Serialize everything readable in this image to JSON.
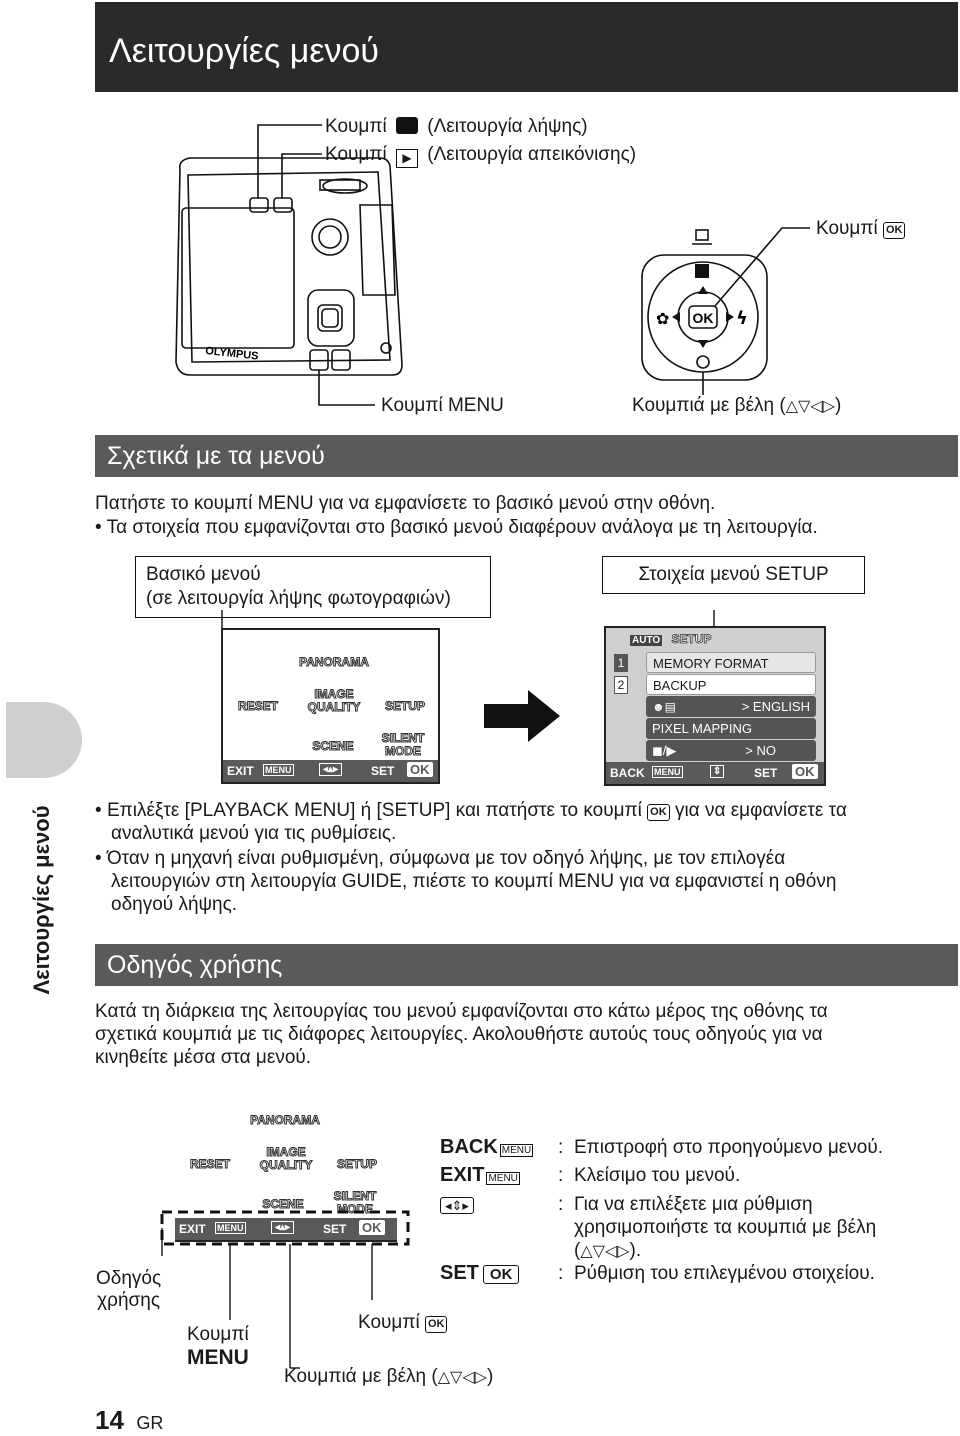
{
  "page": {
    "title": "Λειτουργίες μενού",
    "side_tab": "Λειτουργίες μενού",
    "page_number": "14",
    "lang": "GR"
  },
  "diagram": {
    "btn_shoot": "Κουμπί",
    "btn_shoot_desc": "(Λειτουργία λήψης)",
    "btn_play": "Κουμπί",
    "btn_play_desc": "(Λειτουργία απεικόνισης)",
    "btn_ok": "Κουμπί",
    "btn_menu": "Κουμπί MENU",
    "arrows": "Κουμπιά με βέλη (",
    "arrows_close": ")",
    "brand": "OLYMPUS"
  },
  "section1": {
    "heading": "Σχετικά με τα μενού",
    "line1": "Πατήστε το κουμπί MENU για να εμφανίσετε το βασικό μενού στην οθόνη.",
    "line2": "Τα στοιχεία που εμφανίζονται στο βασικό μενού διαφέρουν ανάλογα με τη λειτουργία.",
    "basic_label_1": "Βασικό μενού",
    "basic_label_2": "(σε λειτουργία λήψης φωτογραφιών)",
    "setup_label": "Στοιχεία μενού SETUP",
    "bullet1_a": "Επιλέξτε [PLAYBACK MENU] ή [SETUP] και πατήστε το κουμπί",
    "bullet1_b": "για να εμφανίσετε τα",
    "bullet1_c": "αναλυτικά μενού για τις ρυθμίσεις.",
    "bullet2_a": "Όταν η μηχανή είναι ρυθμισμένη, σύμφωνα με τον οδηγό λήψης, με τον επιλογέα",
    "bullet2_b": "λειτουργιών στη λειτουργία GUIDE, πιέστε το κουμπί MENU για να εμφανιστεί η οθόνη",
    "bullet2_c": "οδηγού λήψης."
  },
  "basic_menu": {
    "panorama": "PANORAMA",
    "reset": "RESET",
    "image_quality_1": "IMAGE",
    "image_quality_2": "QUALITY",
    "setup": "SETUP",
    "scene": "SCENE",
    "silent_1": "SILENT",
    "silent_2": "MODE",
    "exit": "EXIT",
    "set": "SET",
    "menu_tag": "MENU",
    "ok": "OK"
  },
  "setup_menu": {
    "mode": "AUTO",
    "title": "SETUP",
    "tab1": "1",
    "tab2": "2",
    "rows": [
      "MEMORY FORMAT",
      "BACKUP",
      "ENGLISH",
      "PIXEL MAPPING",
      "NO"
    ],
    "back": "BACK",
    "set": "SET",
    "menu_tag": "MENU",
    "ok": "OK"
  },
  "section2": {
    "heading": "Οδηγός χρήσης",
    "p1": "Κατά τη διάρκεια της λειτουργίας του μενού εμφανίζονται στο κάτω μέρος της οθόνης τα",
    "p2": "σχετικά κουμπιά με τις διάφορες λειτουργίες. Ακολουθήστε αυτούς τους οδηγούς για να",
    "p3": "κινηθείτε μέσα στα μενού.",
    "guide_label_1": "Οδηγός",
    "guide_label_2": "χρήσης",
    "menu_btn_1": "Κουμπί",
    "menu_btn_2": "MENU",
    "ok_btn": "Κουμπί",
    "arrows": "Κουμπιά με βέλη (",
    "arrows_close": ")",
    "legend": [
      {
        "key": "BACK",
        "desc": "Επιστροφή στο προηγούμενο μενού."
      },
      {
        "key": "EXIT",
        "desc": "Κλείσιμο του μενού."
      },
      {
        "key": "",
        "desc1": "Για να επιλέξετε μια ρύθμιση",
        "desc2": "χρησιμοποιήστε τα κουμπιά με βέλη",
        "desc3": "("
      },
      {
        "key": "SET",
        "desc": "Ρύθμιση του επιλεγμένου στοιχείου."
      }
    ],
    "colon": ":"
  },
  "colors": {
    "header_bg": "#2a2a2a",
    "section_bg": "#5a5a5a",
    "tab_bg": "#cfcfcf"
  }
}
